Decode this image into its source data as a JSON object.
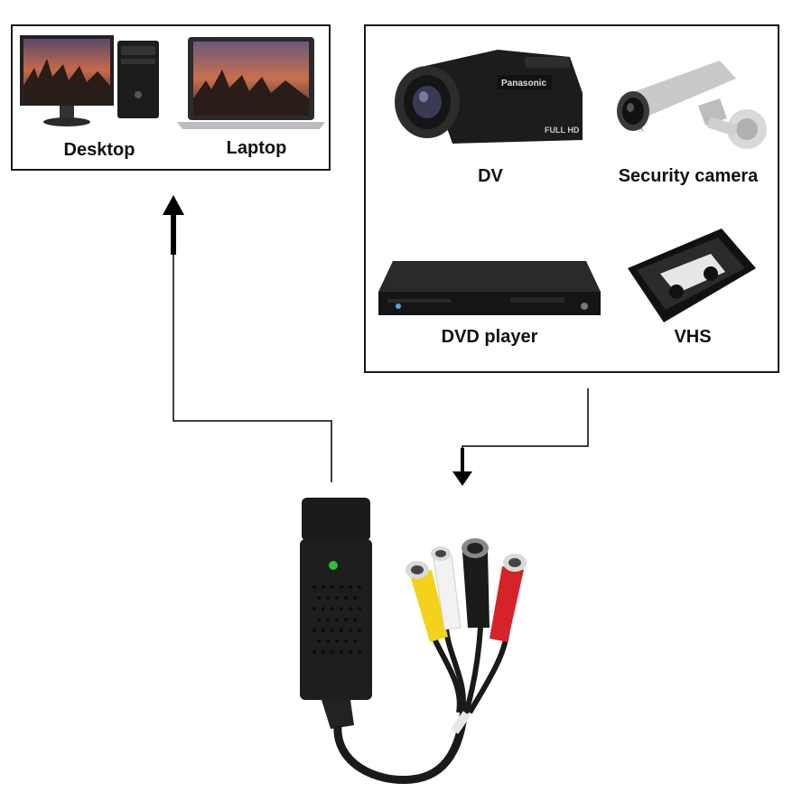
{
  "computers": {
    "desktop_label": "Desktop",
    "laptop_label": "Laptop"
  },
  "sources": {
    "dv_label": "DV",
    "dv_brand": "Panasonic",
    "dv_badge": "FULL HD",
    "security_camera_label": "Security camera",
    "dvd_player_label": "DVD player",
    "vhs_label": "VHS"
  },
  "colors": {
    "border": "#1a1a1a",
    "arrow": "#000000",
    "rca_yellow": "#f2d21b",
    "rca_white": "#f2f2f2",
    "rca_red": "#d6232a",
    "svideo_black": "#1b1b1b",
    "device_body": "#1e1e1e",
    "led_green": "#2fbf3a"
  },
  "icons": [
    "desktop-computer-icon",
    "laptop-icon",
    "camcorder-icon",
    "security-camera-icon",
    "dvd-player-icon",
    "vhs-tape-icon",
    "usb-capture-device-icon"
  ]
}
